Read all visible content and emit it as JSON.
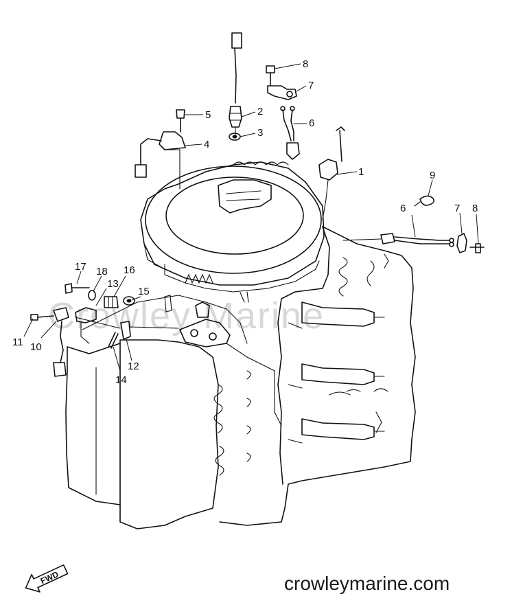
{
  "watermark": "Crowley Marine",
  "site_label": "crowleymarine.com",
  "fwd_label": "FWD",
  "callouts": [
    {
      "id": "c1",
      "text": "1"
    },
    {
      "id": "c2",
      "text": "2"
    },
    {
      "id": "c3",
      "text": "3"
    },
    {
      "id": "c4",
      "text": "4"
    },
    {
      "id": "c5",
      "text": "5"
    },
    {
      "id": "c6a",
      "text": "6"
    },
    {
      "id": "c6b",
      "text": "6"
    },
    {
      "id": "c7a",
      "text": "7"
    },
    {
      "id": "c7b",
      "text": "7"
    },
    {
      "id": "c8a",
      "text": "8"
    },
    {
      "id": "c8b",
      "text": "8"
    },
    {
      "id": "c9",
      "text": "9"
    },
    {
      "id": "c10",
      "text": "10"
    },
    {
      "id": "c11",
      "text": "11"
    },
    {
      "id": "c12",
      "text": "12"
    },
    {
      "id": "c13",
      "text": "13"
    },
    {
      "id": "c14",
      "text": "14"
    },
    {
      "id": "c15",
      "text": "15"
    },
    {
      "id": "c16",
      "text": "16"
    },
    {
      "id": "c17",
      "text": "17"
    },
    {
      "id": "c18",
      "text": "18"
    }
  ]
}
